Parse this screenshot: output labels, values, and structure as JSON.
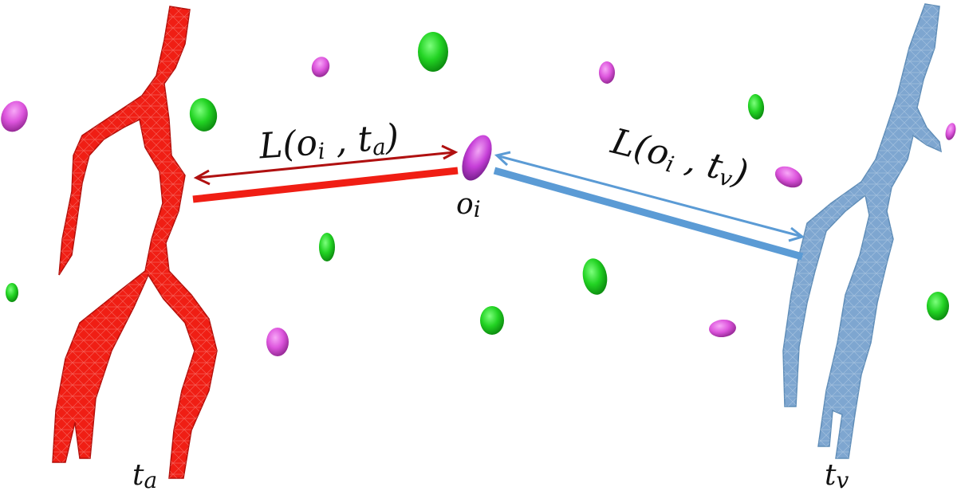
{
  "colors": {
    "artery": "#f01e14",
    "artery_dark": "#b40f0a",
    "vein": "#7ea6d0",
    "vein_dark": "#5f8db8",
    "link_artery": "#b01010",
    "link_vein": "#5b9bd5",
    "cell_green": "#22d323",
    "cell_magenta": "#dd55dd",
    "target_cell": "#c63fd8"
  },
  "labels": {
    "artery_tree": {
      "main": "t",
      "sub": "a"
    },
    "vein_tree": {
      "main": "t",
      "sub": "v"
    },
    "target_cell": {
      "main": "o",
      "sub": "i"
    },
    "link_artery": {
      "prefix": "L(",
      "o": "o",
      "i": "i",
      "sep": " , ",
      "t": "t",
      "tsub": "a",
      "suffix": ")"
    },
    "link_vein": {
      "prefix": "L(",
      "o": "o",
      "i": "i",
      "sep": " , ",
      "t": "t",
      "tsub": "v",
      "suffix": ")"
    }
  },
  "cells": [
    {
      "color": "green"
    },
    {
      "color": "magenta"
    },
    {
      "color": "magenta"
    },
    {
      "color": "green"
    },
    {
      "color": "magenta"
    },
    {
      "color": "green"
    },
    {
      "color": "green"
    },
    {
      "color": "magenta"
    },
    {
      "color": "green"
    },
    {
      "color": "green"
    },
    {
      "color": "magenta"
    },
    {
      "color": "green"
    },
    {
      "color": "magenta"
    },
    {
      "color": "magenta"
    },
    {
      "color": "green"
    },
    {
      "color": "magenta"
    },
    {
      "color": "green"
    }
  ]
}
